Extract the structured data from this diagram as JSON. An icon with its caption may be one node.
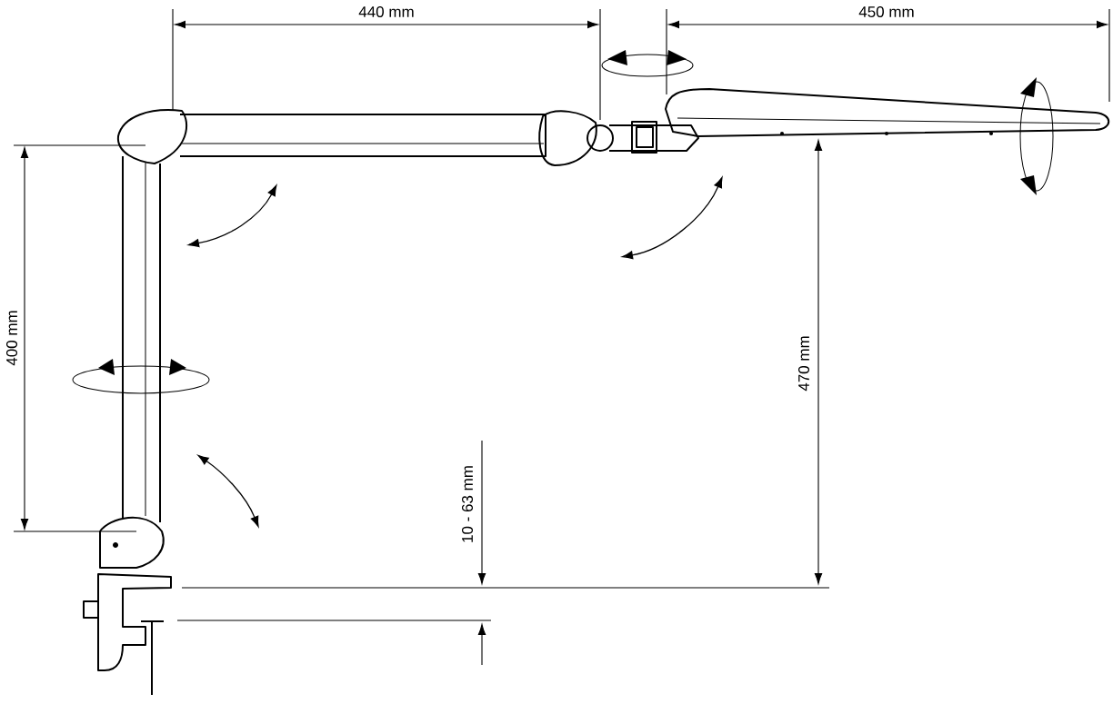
{
  "diagram": {
    "labels": [
      "440 mm",
      "450 mm",
      "400 mm",
      "470 mm",
      "10 - 63 mm"
    ]
  }
}
